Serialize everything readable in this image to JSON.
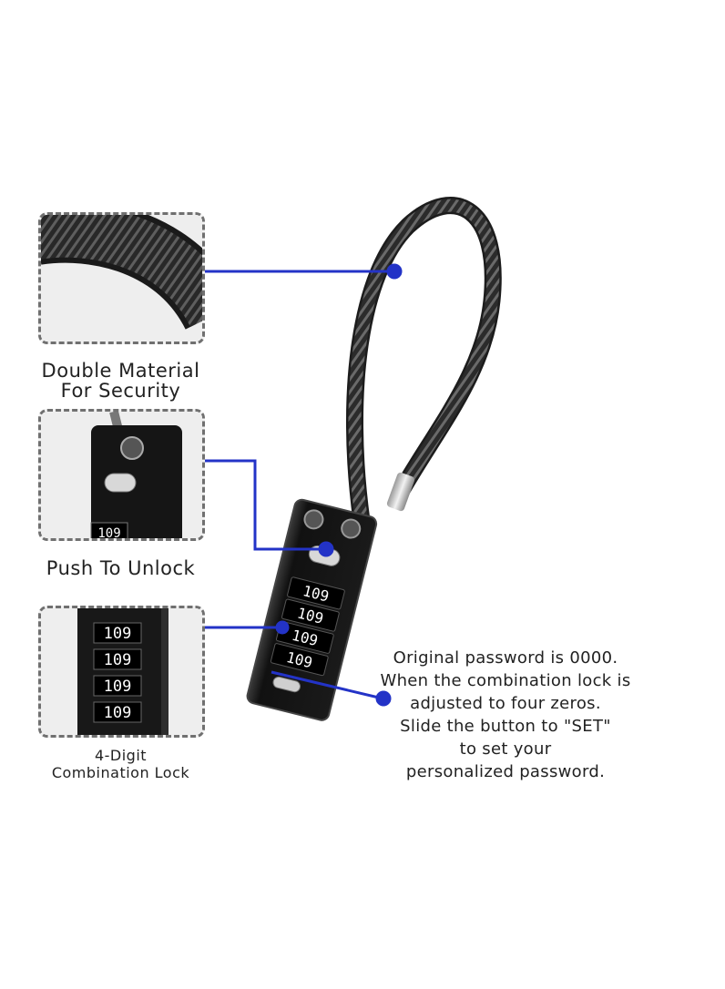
{
  "callouts": {
    "cable": {
      "label_lines": [
        "Double Material",
        "For Security"
      ]
    },
    "unlock": {
      "label_lines": [
        "Push To Unlock"
      ]
    },
    "combination": {
      "label_lines": [
        "4-Digit",
        "Combination Lock"
      ]
    }
  },
  "dial_digits": "109",
  "note_lines": [
    "Original password is 0000.",
    "When the combination lock is",
    "adjusted to four zeros.",
    "Slide the button to \"SET\"",
    "to set your",
    "personalized password."
  ],
  "colors": {
    "pointer": "#2333c7",
    "box_border": "#707070",
    "lock_body": "#161616"
  }
}
